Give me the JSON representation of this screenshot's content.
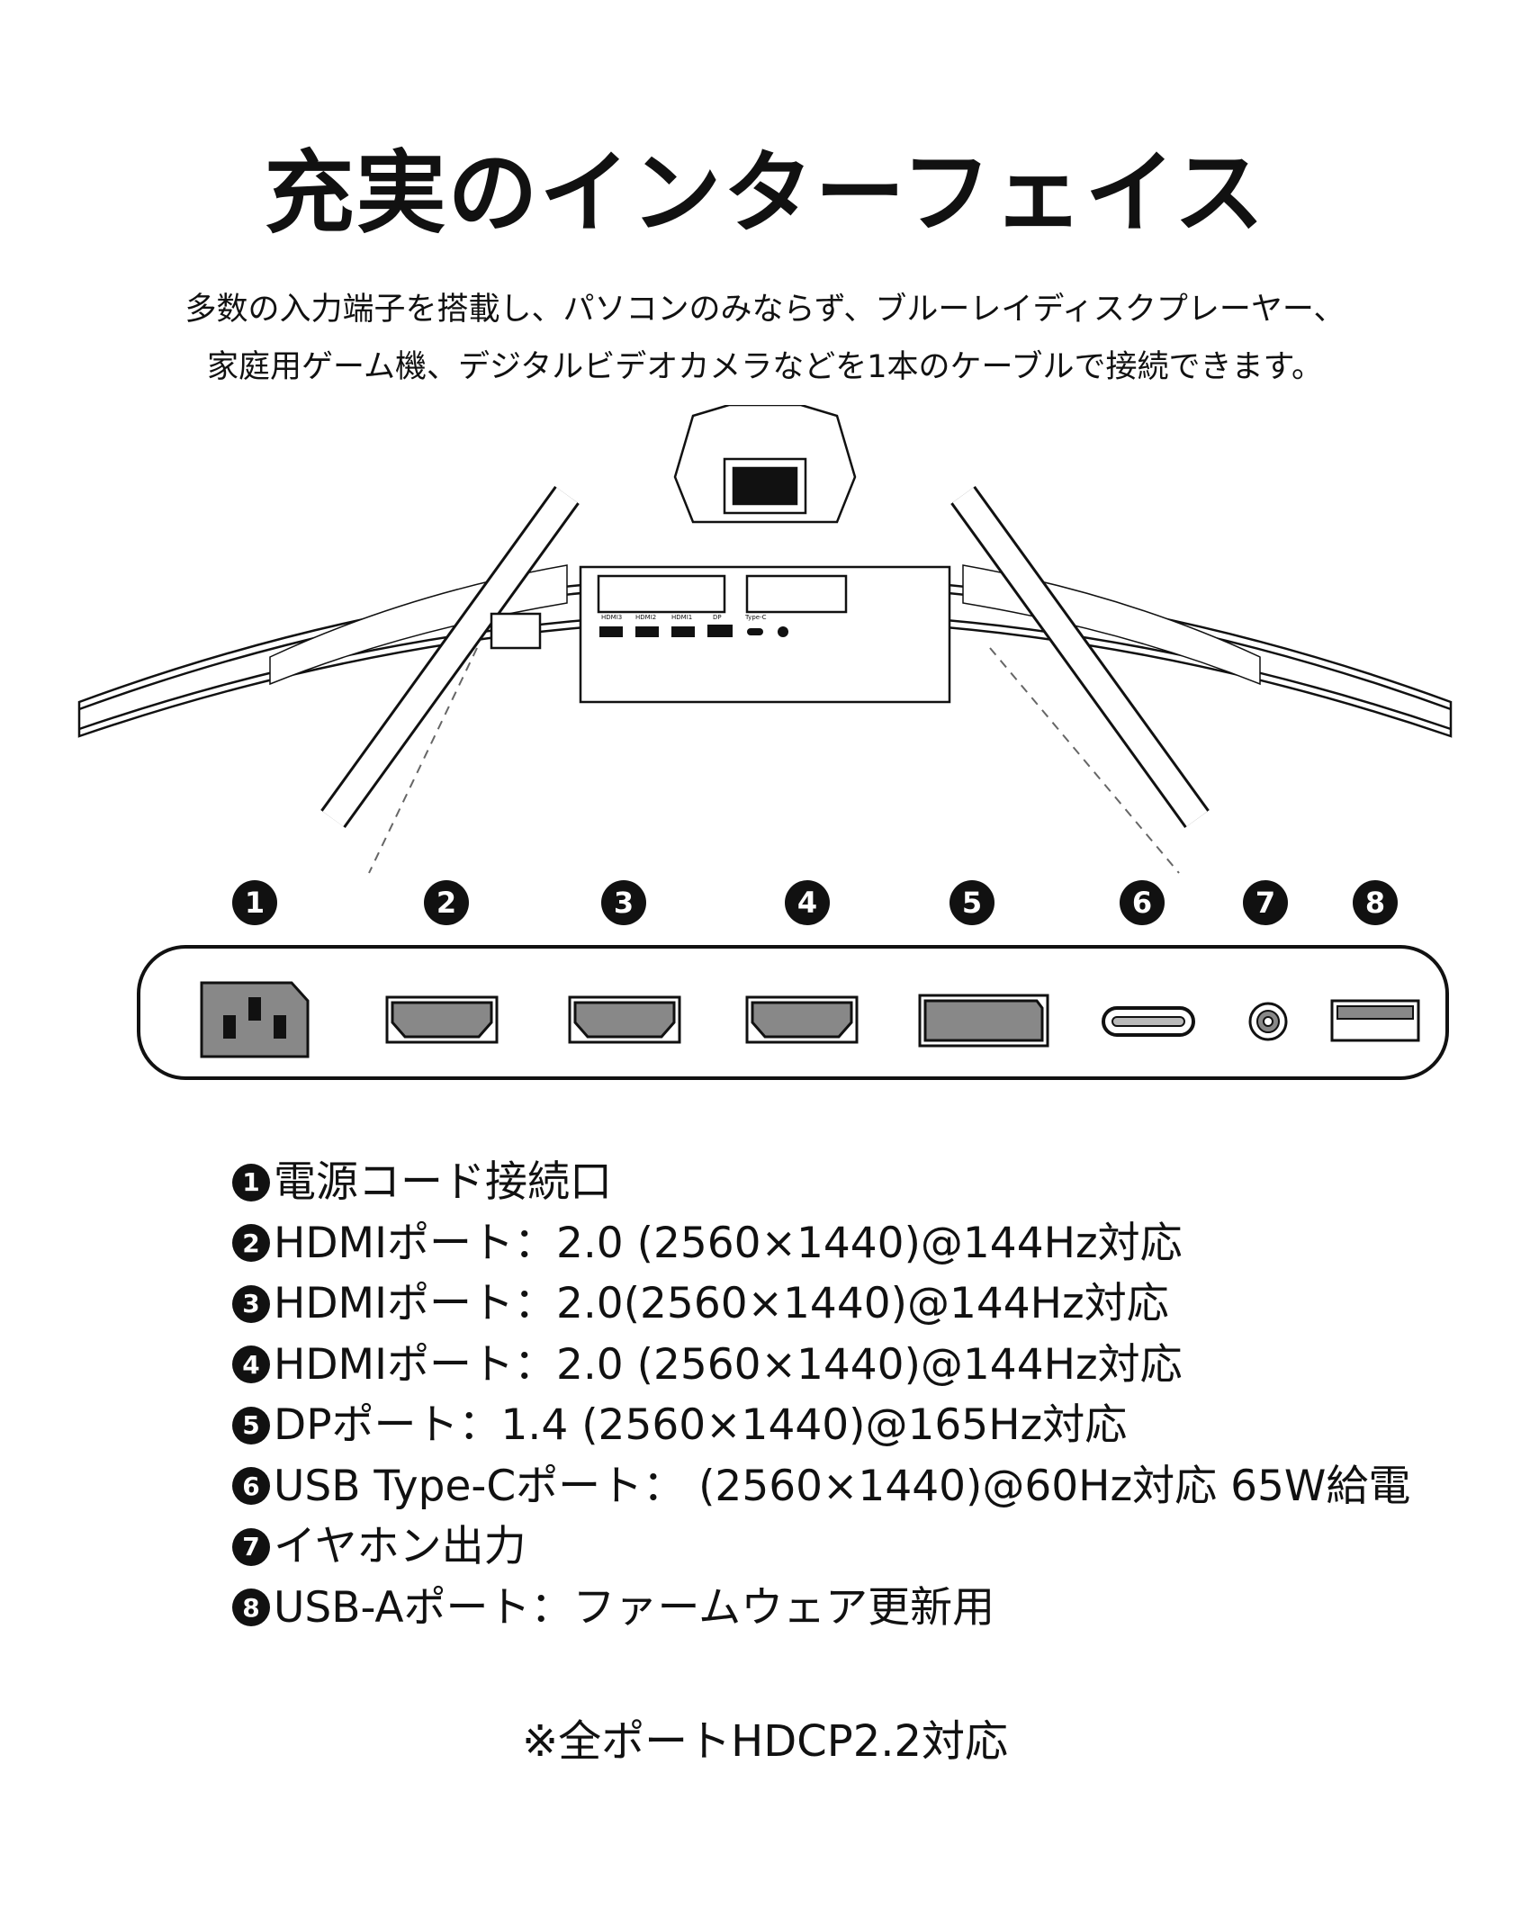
{
  "title": "充実のインターフェイス",
  "intro": {
    "line1": "多数の入力端子を搭載し、パソコンのみならず、ブルーレイディスクプレーヤー、",
    "line2": "家庭用ゲーム機、デジタルビデオカメラなどを1本のケーブルで接続できます。"
  },
  "port_labels": [
    "HDMI3",
    "HDMI2",
    "HDMI1",
    "DP",
    "Type-C"
  ],
  "callouts": [
    "❶",
    "❷",
    "❸",
    "❹",
    "❺",
    "❻",
    "❼",
    "❽"
  ],
  "specs": [
    {
      "num": "1",
      "text": "電源コード接続口"
    },
    {
      "num": "2",
      "text": "HDMIポート：2.0 (2560×1440)@144Hz対応"
    },
    {
      "num": "3",
      "text": "HDMIポート：2.0(2560×1440)@144Hz対応"
    },
    {
      "num": "4",
      "text": "HDMIポート：2.0 (2560×1440)@144Hz対応"
    },
    {
      "num": "5",
      "text": "DPポート：1.4 (2560×1440)@165Hz対応"
    },
    {
      "num": "6",
      "text": "USB Type-Cポート： (2560×1440)@60Hz対応 65W給電"
    },
    {
      "num": "7",
      "text": "イヤホン出力"
    },
    {
      "num": "8",
      "text": "USB-Aポート：ファームウェア更新用"
    }
  ],
  "note": "※全ポートHDCP2.2対応",
  "colors": {
    "ink": "#111111",
    "port_fill": "#888888",
    "background": "#ffffff"
  }
}
